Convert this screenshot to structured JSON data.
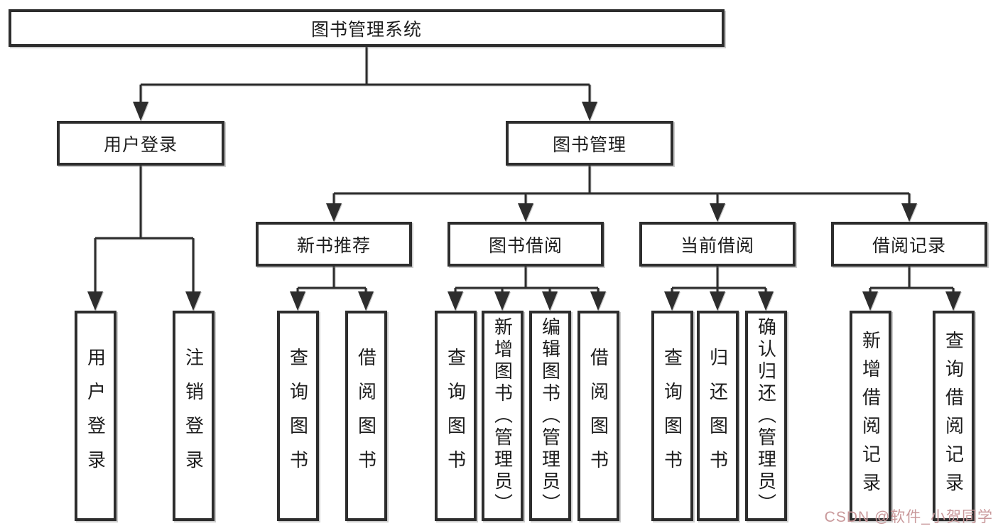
{
  "colors": {
    "background": "#ffffff",
    "line": "#2d2d2d",
    "box_border": "#2d2d2d",
    "text": "#1d1d1d",
    "watermark": "#c9999b"
  },
  "tree": {
    "root": {
      "label": "图书管理系统",
      "children": [
        {
          "label": "用户登录",
          "children": [
            {
              "label": "用户登录"
            },
            {
              "label": "注销登录"
            }
          ]
        },
        {
          "label": "图书管理",
          "children": [
            {
              "label": "新书推荐",
              "children": [
                {
                  "label": "查询图书"
                },
                {
                  "label": "借阅图书"
                }
              ]
            },
            {
              "label": "图书借阅",
              "children": [
                {
                  "label": "查询图书"
                },
                {
                  "label": "新增图书（管理员）"
                },
                {
                  "label": "编辑图书（管理员）"
                },
                {
                  "label": "借阅图书"
                }
              ]
            },
            {
              "label": "当前借阅",
              "children": [
                {
                  "label": "查询图书"
                },
                {
                  "label": "归还图书"
                },
                {
                  "label": "确认归还（管理员）"
                }
              ]
            },
            {
              "label": "借阅记录",
              "children": [
                {
                  "label": "新增借阅记录"
                },
                {
                  "label": "查询借阅记录"
                }
              ]
            }
          ]
        }
      ]
    }
  },
  "watermark": {
    "text": "CSDN @软件_小贺同学"
  }
}
